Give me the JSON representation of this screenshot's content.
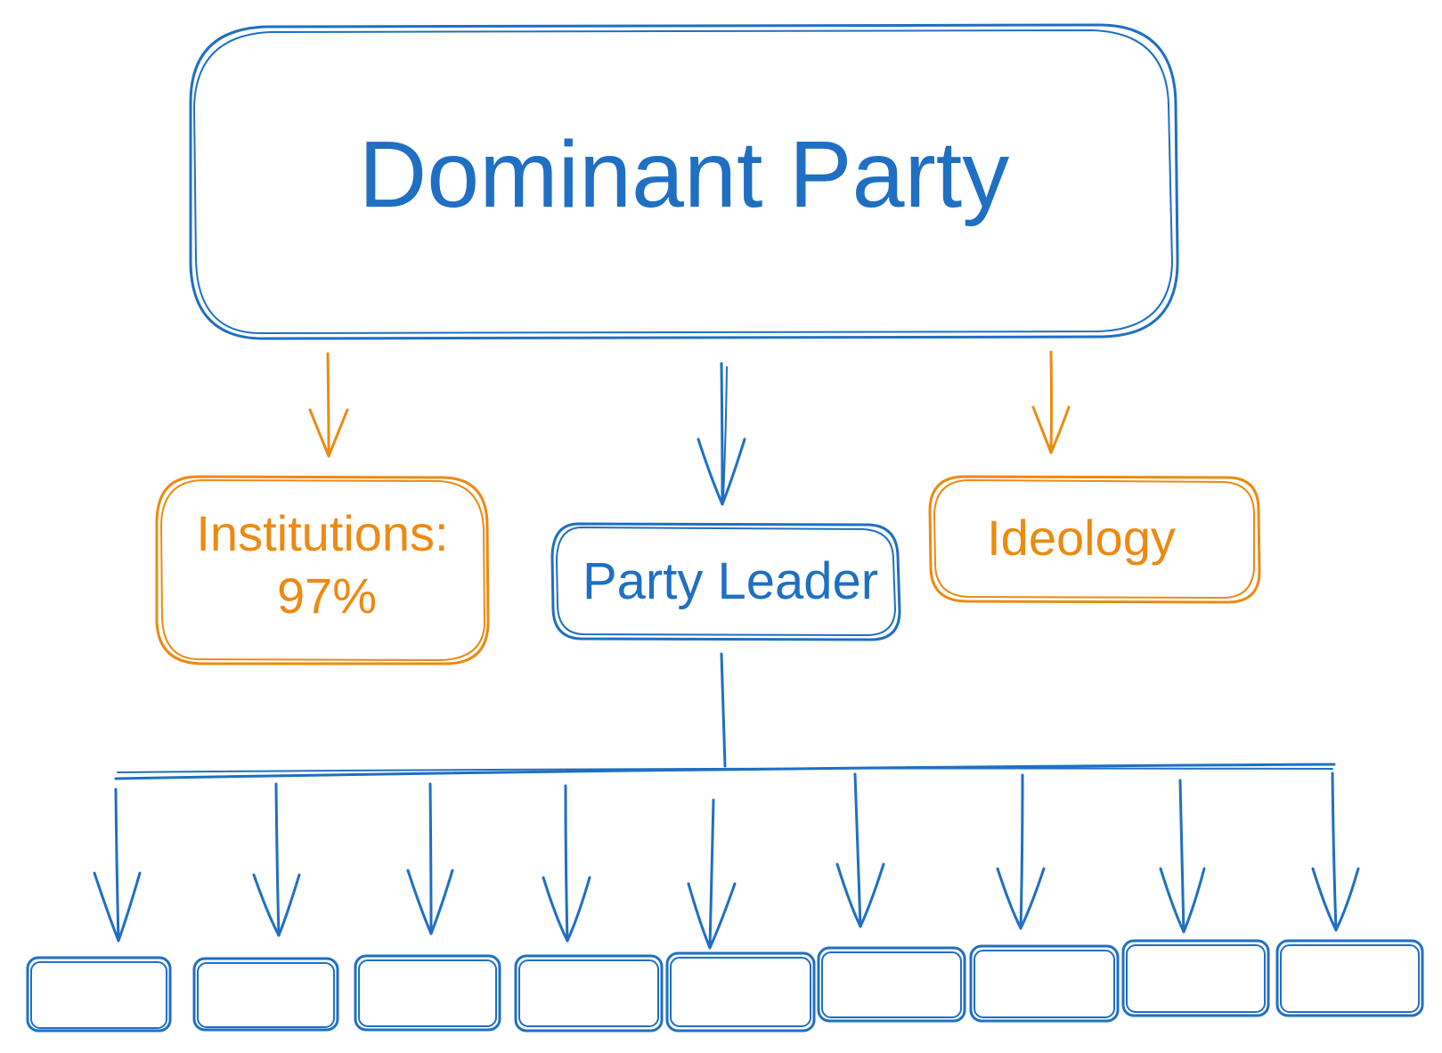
{
  "diagram": {
    "title": "Dominant Party",
    "institutions_label": "Institutions:",
    "institutions_value": "97%",
    "leader_label": "Party Leader",
    "ideology_label": "Ideology",
    "blue_color": "#1f6fc2",
    "orange_color": "#ec8a12"
  }
}
